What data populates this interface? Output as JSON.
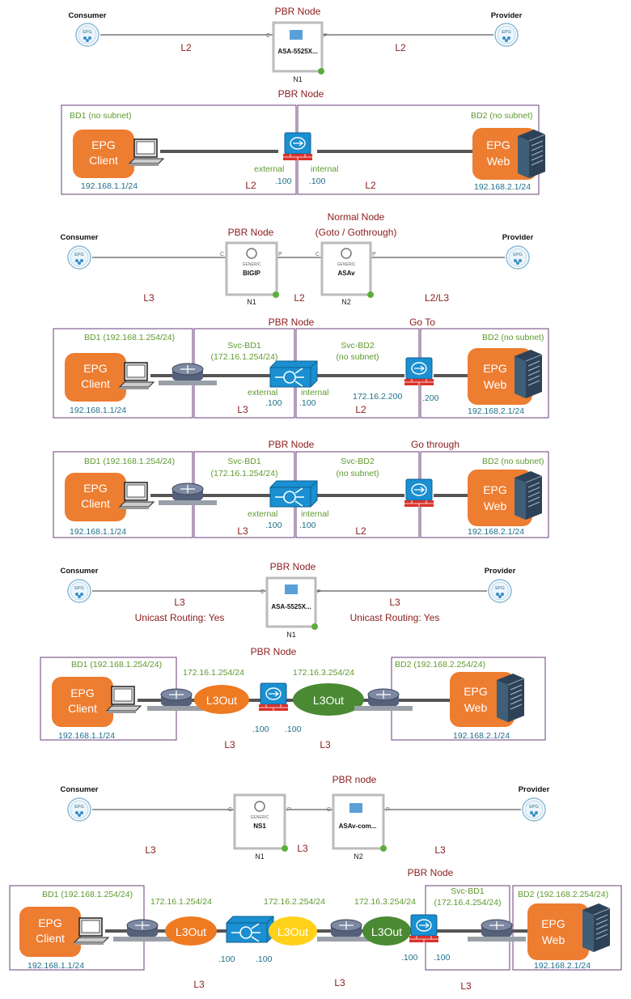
{
  "colors": {
    "label_red": "#8b1c1c",
    "label_green": "#5e9a2e",
    "label_teal": "#1f6f8b",
    "epg_orange": "#ed7d31",
    "bd_border": "#6b3d7a",
    "cloud_orange": "#ee7a22",
    "cloud_green": "#4a8a32",
    "cloud_yellow": "#ffd11a",
    "device_blue": "#1a8fd1"
  },
  "icons": [
    "epg-icon",
    "firewall-icon",
    "load-balancer-icon",
    "router-icon",
    "server-icon",
    "computer-icon",
    "generic-device-icon",
    "cloud-icon"
  ],
  "s1": {
    "consumer": "Consumer",
    "provider": "Provider",
    "epg": "EPG",
    "pbr_node": "PBR Node",
    "device": "ASA-5525X...",
    "node": "N1",
    "c": "C",
    "p": "P",
    "l2_left": "L2",
    "l2_right": "L2"
  },
  "s2": {
    "pbr_node": "PBR Node",
    "bd1": "BD1 (no subnet)",
    "bd2": "BD2 (no subnet)",
    "epg_client": "EPG\nClient",
    "epg_client_l1": "EPG",
    "epg_client_l2": "Client",
    "epg_web_l1": "EPG",
    "epg_web_l2": "Web",
    "ip_client": "192.168.1.1/24",
    "ip_web": "192.168.2.1/24",
    "external": "external",
    "internal": "internal",
    "ext_ip": ".100",
    "int_ip": ".100",
    "l2_left": "L2",
    "l2_right": "L2"
  },
  "s3": {
    "consumer": "Consumer",
    "provider": "Provider",
    "epg": "EPG",
    "pbr_node": "PBR Node",
    "normal_node": "Normal Node",
    "goto": "(Goto / Gothrough)",
    "generic": "GENERIC",
    "dev1": "BIGIP",
    "dev2": "ASAv",
    "n1": "N1",
    "n2": "N2",
    "c": "C",
    "p": "P",
    "l3": "L3",
    "l2": "L2",
    "l2l3": "L2/L3"
  },
  "s4": {
    "pbr_node": "PBR Node",
    "go_to": "Go To",
    "bd1": "BD1 (192.168.1.254/24)",
    "svc_bd1": "Svc-BD1",
    "svc_bd1_ip": "(172.16.1.254/24)",
    "svc_bd2": "Svc-BD2",
    "no_subnet": "(no subnet)",
    "bd2": "BD2 (no subnet)",
    "epg_l1": "EPG",
    "client": "Client",
    "web": "Web",
    "ip_client": "192.168.1.1/24",
    "ip_web": "192.168.2.1/24",
    "external": "external",
    "internal": "internal",
    "ext_ip": ".100",
    "int_ip": ".100",
    "ip_172": "172.16.2.200",
    "ip_200": ".200",
    "l3": "L3",
    "l2": "L2"
  },
  "s5": {
    "pbr_node": "PBR Node",
    "go_through": "Go through",
    "bd1": "BD1 (192.168.1.254/24)",
    "svc_bd1": "Svc-BD1",
    "svc_bd1_ip": "(172.16.1.254/24)",
    "svc_bd2": "Svc-BD2",
    "no_subnet": "(no subnet)",
    "bd2": "BD2 (no subnet)",
    "epg_l1": "EPG",
    "client": "Client",
    "web": "Web",
    "ip_client": "192.168.1.1/24",
    "ip_web": "192.168.2.1/24",
    "external": "external",
    "internal": "internal",
    "ext_ip": ".100",
    "int_ip": ".100",
    "l3": "L3",
    "l2": "L2"
  },
  "s6": {
    "consumer": "Consumer",
    "provider": "Provider",
    "epg": "EPG",
    "pbr_node": "PBR Node",
    "device": "ASA-5525X...",
    "node": "N1",
    "c": "C",
    "p": "P",
    "l3_left": "L3",
    "l3_right": "L3",
    "unicast_left": "Unicast Routing: Yes",
    "unicast_right": "Unicast Routing: Yes"
  },
  "s7": {
    "pbr_node": "PBR Node",
    "bd1": "BD1 (192.168.1.254/24)",
    "bd2": "BD2 (192.168.2.254/24)",
    "ip_1": "172.16.1.254/24",
    "ip_3": "172.16.3.254/24",
    "l3out": "L3Out",
    "epg_l1": "EPG",
    "client": "Client",
    "web": "Web",
    "ip_client": "192.168.1.1/24",
    "ip_web": "192.168.2.1/24",
    "ip_a": ".100",
    "ip_b": ".100",
    "l3_left": "L3",
    "l3_right": "L3"
  },
  "s8": {
    "consumer": "Consumer",
    "provider": "Provider",
    "epg": "EPG",
    "pbr_node": "PBR node",
    "generic": "GENERIC",
    "dev1": "NS1",
    "dev2": "ASAv-com...",
    "n1": "N1",
    "n2": "N2",
    "c": "C",
    "p": "P",
    "l3_a": "L3",
    "l3_b": "L3",
    "l3_c": "L3"
  },
  "s9": {
    "pbr_node": "PBR Node",
    "bd1": "BD1 (192.168.1.254/24)",
    "svc_bd1": "Svc-BD1",
    "svc_bd1_ip": "(172.16.4.254/24)",
    "bd2": "BD2 (192.168.2.254/24)",
    "ip_1": "172.16.1.254/24",
    "ip_2": "172.16.2.254/24",
    "ip_3": "172.16.3.254/24",
    "l3out": "L3Out",
    "epg_l1": "EPG",
    "client": "Client",
    "web": "Web",
    "ip_client": "192.168.1.1/24",
    "ip_web": "192.168.2.1/24",
    "ip_a": ".100",
    "ip_b": ".100",
    "ip_c": ".100",
    "ip_d": ".100",
    "l3_a": "L3",
    "l3_b": "L3",
    "l3_c": "L3"
  }
}
